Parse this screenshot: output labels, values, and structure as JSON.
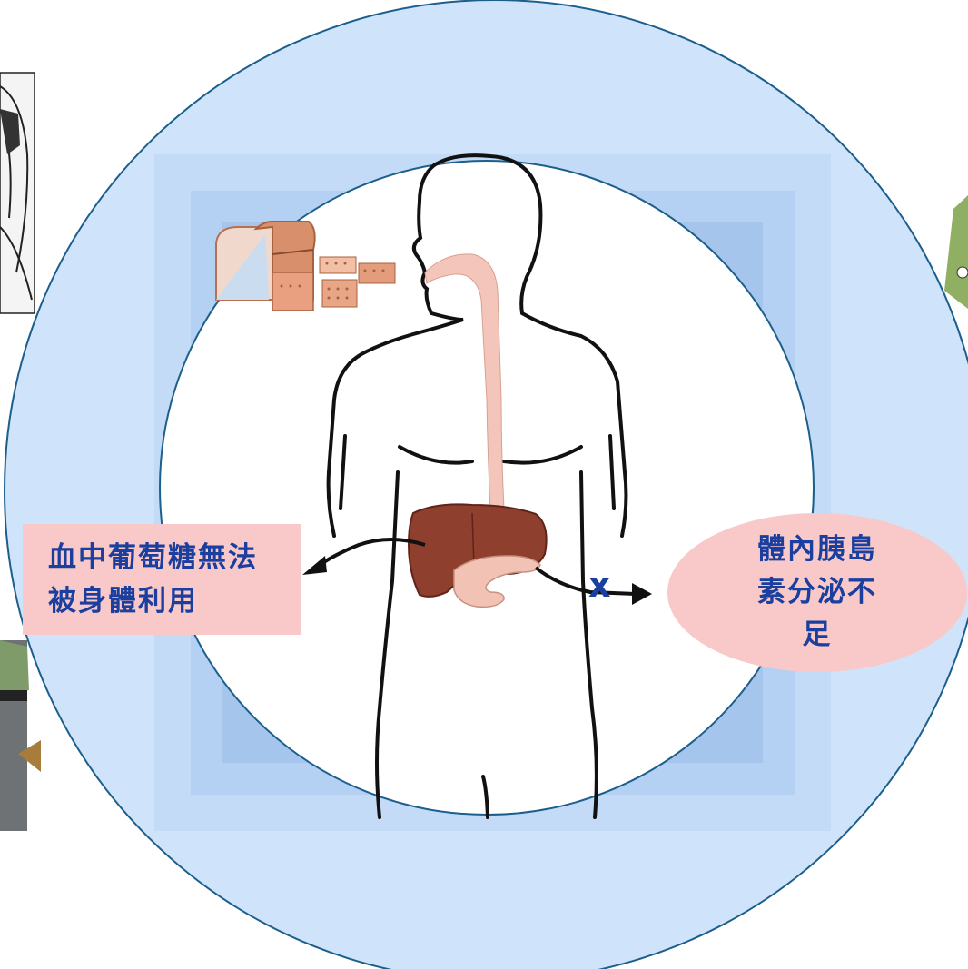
{
  "left_box": {
    "text": "血中葡萄糖無法被身體利用"
  },
  "right_ellipse": {
    "text": "體內胰島素分泌不足"
  },
  "blocked_mark": {
    "text": "x"
  },
  "colors": {
    "ring_fill": "#cfe4fb",
    "ring_inner_glow": "#a9c8ee",
    "ring_stroke": "#1c5f8c",
    "label_bg": "#f9c9c9",
    "label_text": "#1a3f9e",
    "liver": "#8e3f2e",
    "pancreas": "#f2c3b4",
    "esophagus": "#f4c6bb"
  }
}
